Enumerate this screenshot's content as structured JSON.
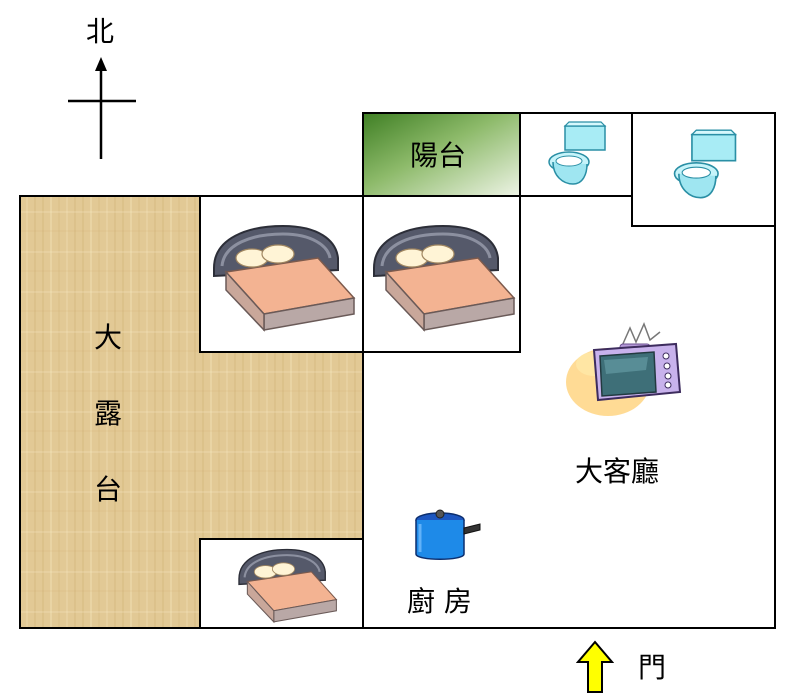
{
  "compass": {
    "north_label": "北"
  },
  "rooms": {
    "balcony": {
      "label": "陽台",
      "gradient_from": "#4b8a2c",
      "gradient_to": "#e9f1df"
    },
    "terrace": {
      "chars": [
        "大",
        "露",
        "台"
      ],
      "color": "#e2c995"
    },
    "living_room": {
      "label": "大客廳"
    },
    "kitchen": {
      "label": "廚 房"
    }
  },
  "entrance": {
    "label": "門",
    "arrow_color": "#ffff00"
  }
}
